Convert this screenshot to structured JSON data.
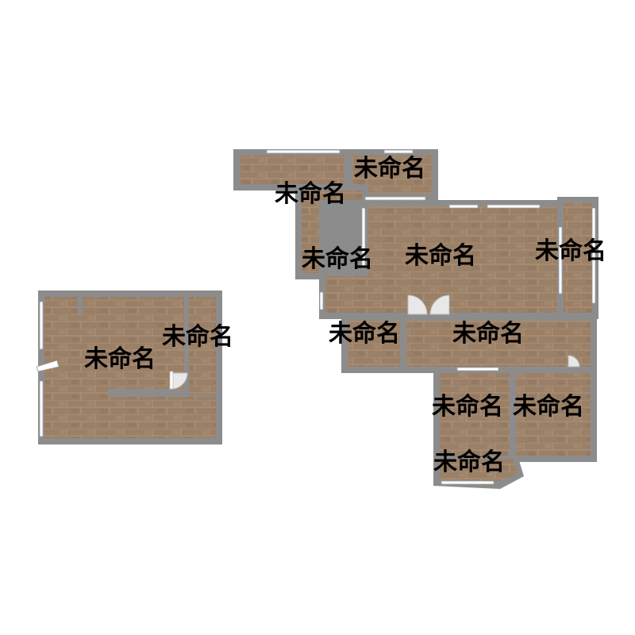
{
  "colors": {
    "floor": "#9b8068",
    "floor_line": "#b69c80",
    "wall": "#8c8c8c",
    "window": "#ffffff",
    "door": "#cfcfcf"
  },
  "rooms": [
    {
      "label": "未命名"
    },
    {
      "label": "未命名"
    },
    {
      "label": "未命名"
    },
    {
      "label": "未命名"
    },
    {
      "label": "未命名"
    },
    {
      "label": "未命名"
    },
    {
      "label": "未命名"
    },
    {
      "label": "未命名"
    },
    {
      "label": "未命名"
    },
    {
      "label": "未命名"
    },
    {
      "label": "未命名"
    },
    {
      "label": "未命名"
    }
  ]
}
